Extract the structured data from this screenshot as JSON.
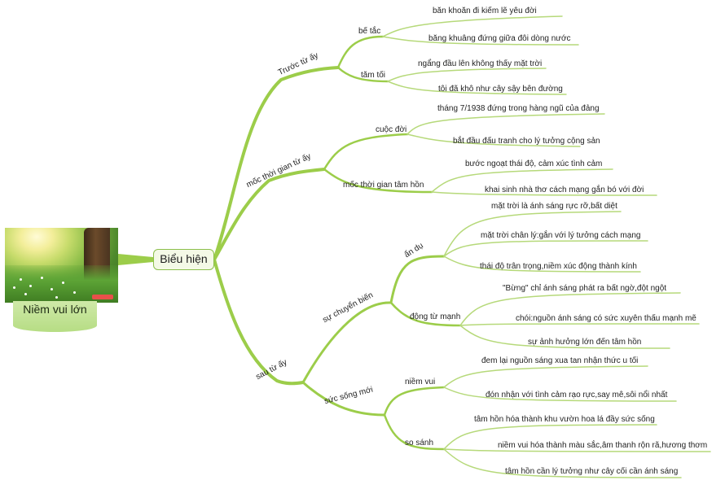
{
  "root": {
    "label": "Niềm vui lớn"
  },
  "hub": {
    "label": "Biểu hiện"
  },
  "colors": {
    "branch": "#9ccd4a",
    "hub_border": "#8cbf4c",
    "hub_fill": "#f4f9e6",
    "leaf_line": "#b6d97a"
  },
  "branches": [
    {
      "label": "Trước từ ấy",
      "children": [
        {
          "label": "bế tắc",
          "children": [
            {
              "label": "băn khoăn đi kiếm lẽ yêu đời"
            },
            {
              "label": "băng khuâng đứng giữa đôi dòng nước"
            }
          ]
        },
        {
          "label": "tăm tối",
          "children": [
            {
              "label": "ngẩng đầu lên không thấy mặt trời"
            },
            {
              "label": "tôi đã khô như cây sậy bên đường"
            }
          ]
        }
      ]
    },
    {
      "label": "mốc thời gian từ ấy",
      "children": [
        {
          "label": "cuộc đời",
          "children": [
            {
              "label": "tháng 7/1938 đứng trong hàng ngũ của đảng"
            },
            {
              "label": "bắt đầu đấu tranh cho lý tưởng cộng sản"
            }
          ]
        },
        {
          "label": "mốc thời gian tâm hồn",
          "children": [
            {
              "label": "bước ngoạt thái độ, cảm xúc tình cảm"
            },
            {
              "label": "khai sinh nhà thơ cách mạng gắn bó với đời"
            }
          ]
        }
      ]
    },
    {
      "label": "sau từ ấy",
      "children": [
        {
          "label": "sự chuyển biến",
          "children": [
            {
              "label": "ẩn dụ",
              "children": [
                {
                  "label": "mặt trời là ánh sáng rực rỡ,bất diệt"
                },
                {
                  "label": "mặt trời chân lý:gắn với lý tưởng cách mạng"
                },
                {
                  "label": "thái độ trân trọng,niềm xúc động thành kính"
                }
              ]
            },
            {
              "label": "động từ mạnh",
              "children": [
                {
                  "label": "\"Bừng\" chỉ ánh sáng phát ra bất ngờ,đột ngột"
                },
                {
                  "label": "chói:nguồn ánh sáng có sức xuyên thấu mạnh mẽ"
                },
                {
                  "label": "sự ảnh hưởng lớn đến tâm hồn"
                }
              ]
            }
          ]
        },
        {
          "label": "sức sống mới",
          "children": [
            {
              "label": "niềm vui",
              "children": [
                {
                  "label": "đem lại nguồn sáng xua tan nhận thức u tối"
                },
                {
                  "label": "đón nhận với tình cảm rạo rực,say mê,sôi nổi nhất"
                }
              ]
            },
            {
              "label": "so sánh",
              "children": [
                {
                  "label": "tâm hồn hóa thành khu vườn hoa lá đầy sức sống"
                },
                {
                  "label": "niềm vui hóa thành màu sắc,âm thanh rộn rã,hương thơm"
                },
                {
                  "label": "tâm hồn cần lý tưởng như cây cối cần ánh sáng"
                }
              ]
            }
          ]
        }
      ]
    }
  ]
}
